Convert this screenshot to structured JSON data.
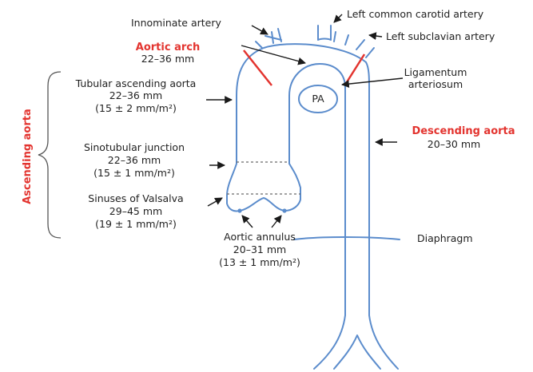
{
  "colors": {
    "vessel": "#5b8ccc",
    "accent": "#e3342f",
    "text": "#1f1f1f"
  },
  "labels": {
    "innominate": "Innominate artery",
    "left_common_carotid": "Left common carotid artery",
    "left_subclavian": "Left subclavian artery",
    "aortic_arch_title": "Aortic arch",
    "aortic_arch_size": "22–36 mm",
    "ligamentum_1": "Ligamentum",
    "ligamentum_2": "arteriosum",
    "pa": "PA",
    "tubular_title": "Tubular ascending  aorta",
    "tubular_size": "22–36 mm",
    "tubular_index": "(15 ± 2 mm/m²)",
    "sinotubular_title": "Sinotubular junction",
    "sinotubular_size": "22–36 mm",
    "sinotubular_index": "(15 ± 1 mm/m²)",
    "sinuses_title": "Sinuses of Valsalva",
    "sinuses_size": "29–45 mm",
    "sinuses_index": "(19 ± 1 mm/m²)",
    "annulus_title": "Aortic annulus",
    "annulus_size": "20–31 mm",
    "annulus_index": "(13 ± 1 mm/m²)",
    "descending_title": "Descending  aorta",
    "descending_size": "20–30 mm",
    "diaphragm": "Diaphragm",
    "ascending_aorta": "Ascending aorta"
  }
}
